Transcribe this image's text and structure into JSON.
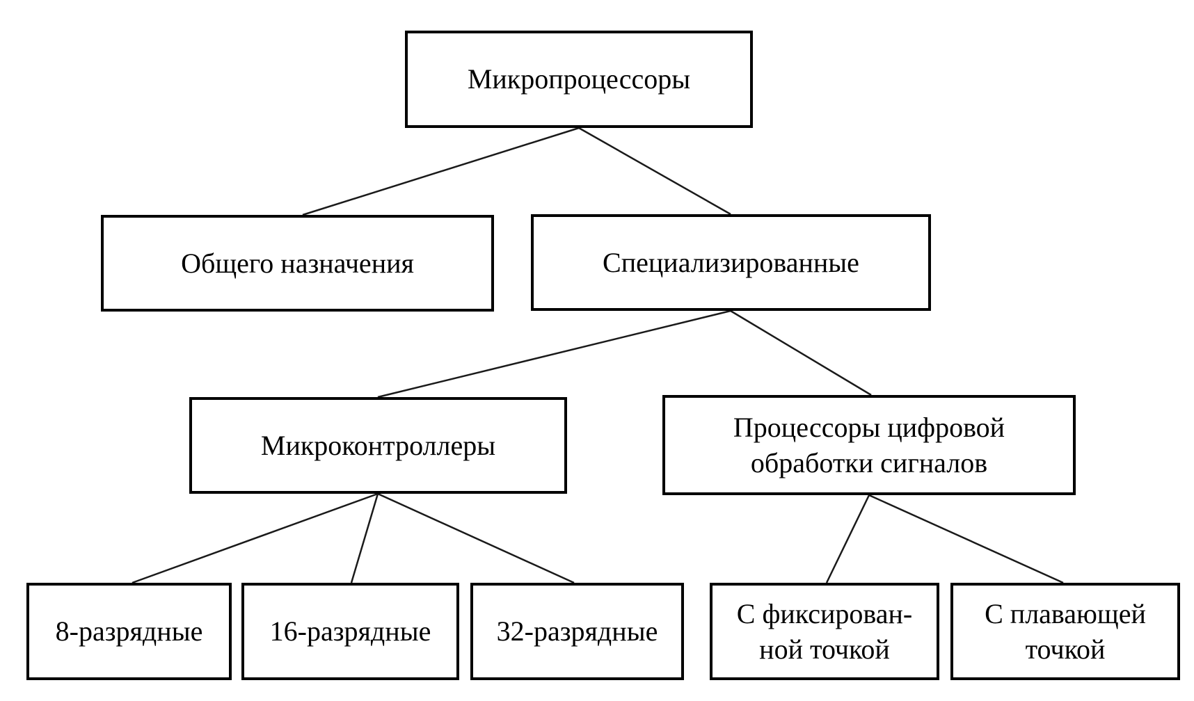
{
  "diagram": {
    "type": "tree",
    "language": "ru",
    "colors": {
      "background": "#ffffff",
      "box_border": "#000000",
      "text": "#000000",
      "line": "#1a1a1a"
    },
    "nodes": {
      "root": {
        "id": "root",
        "lines": [
          "Микропроцессоры"
        ]
      },
      "general": {
        "id": "general",
        "lines": [
          "Общего назначения"
        ]
      },
      "specialized": {
        "id": "specialized",
        "lines": [
          "Специализированные"
        ]
      },
      "mcu": {
        "id": "mcu",
        "lines": [
          "Микроконтроллеры"
        ]
      },
      "dsp": {
        "id": "dsp",
        "lines": [
          "Процессоры цифровой",
          "обработки сигналов"
        ]
      },
      "bit8": {
        "id": "bit8",
        "lines": [
          "8-разрядные"
        ]
      },
      "bit16": {
        "id": "bit16",
        "lines": [
          "16-разрядные"
        ]
      },
      "bit32": {
        "id": "bit32",
        "lines": [
          "32-разрядные"
        ]
      },
      "fixed_point": {
        "id": "fixed_point",
        "lines": [
          "С фиксирован-",
          "ной точкой"
        ]
      },
      "float_point": {
        "id": "float_point",
        "lines": [
          "С плавающей",
          "точкой"
        ]
      }
    },
    "edges": [
      {
        "from": "root",
        "to": "general"
      },
      {
        "from": "root",
        "to": "specialized"
      },
      {
        "from": "specialized",
        "to": "mcu"
      },
      {
        "from": "specialized",
        "to": "dsp"
      },
      {
        "from": "mcu",
        "to": "bit8"
      },
      {
        "from": "mcu",
        "to": "bit16"
      },
      {
        "from": "mcu",
        "to": "bit32"
      },
      {
        "from": "dsp",
        "to": "fixed_point"
      },
      {
        "from": "dsp",
        "to": "float_point"
      }
    ]
  }
}
